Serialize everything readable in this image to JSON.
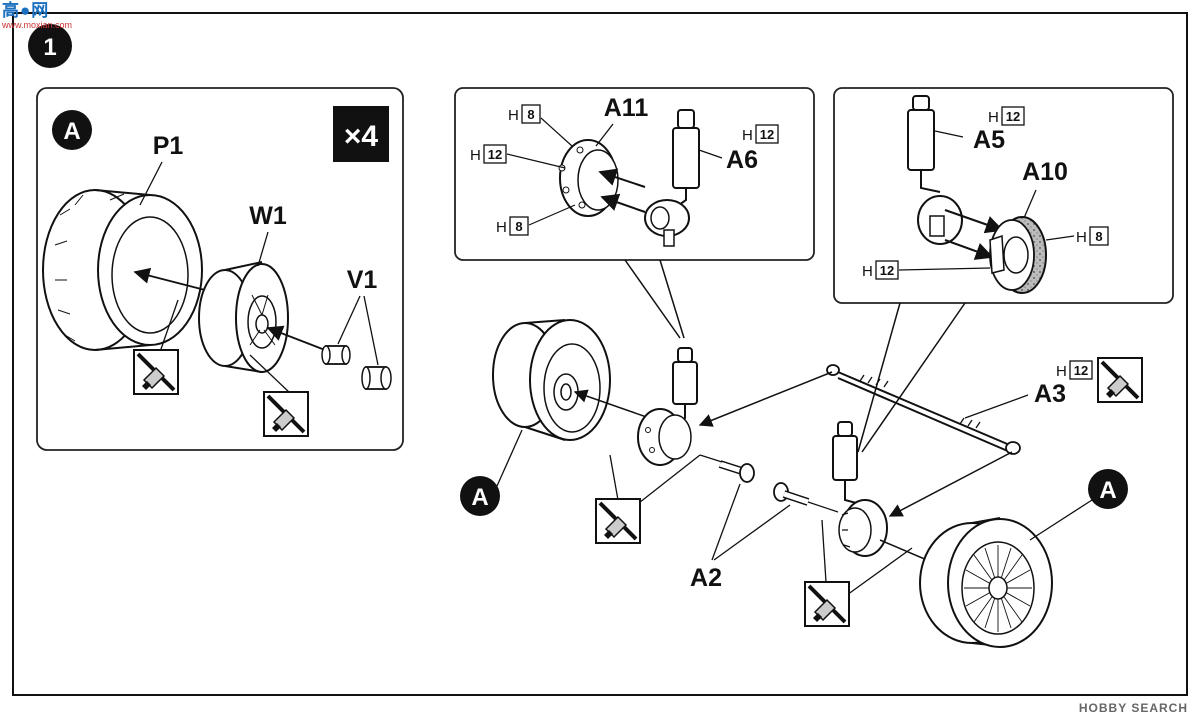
{
  "step": {
    "number": "1"
  },
  "brand": {
    "text": "高●网",
    "url": "www.moxian.com"
  },
  "watermark": {
    "text": "HOBBY SEARCH"
  },
  "panel_left": {
    "badge": "A",
    "multiplier": "×4",
    "parts": {
      "tire": "P1",
      "wheel": "W1",
      "cap": "V1"
    }
  },
  "panel_a11": {
    "part_knuckle_cover": "A11",
    "part_strut": "A6",
    "h_top": {
      "h": "H",
      "n": "8"
    },
    "h_mid": {
      "h": "H",
      "n": "12"
    },
    "h_bot": {
      "h": "H",
      "n": "8"
    },
    "h_right": {
      "h": "H",
      "n": "12"
    }
  },
  "panel_a10": {
    "part_strut": "A5",
    "part_disc": "A10",
    "h_top": {
      "h": "H",
      "n": "12"
    },
    "h_right": {
      "h": "H",
      "n": "8"
    },
    "h_bot": {
      "h": "H",
      "n": "12"
    }
  },
  "main": {
    "tie_rod": "A3",
    "pins": "A2",
    "wheel_left_badge": "A",
    "wheel_right_badge": "A",
    "h_tie": {
      "h": "H",
      "n": "12"
    }
  },
  "colors": {
    "ink": "#111111",
    "panel_border": "#222222",
    "shade": "#9a9a9a"
  },
  "icons": [
    "glue-warning-icon"
  ]
}
